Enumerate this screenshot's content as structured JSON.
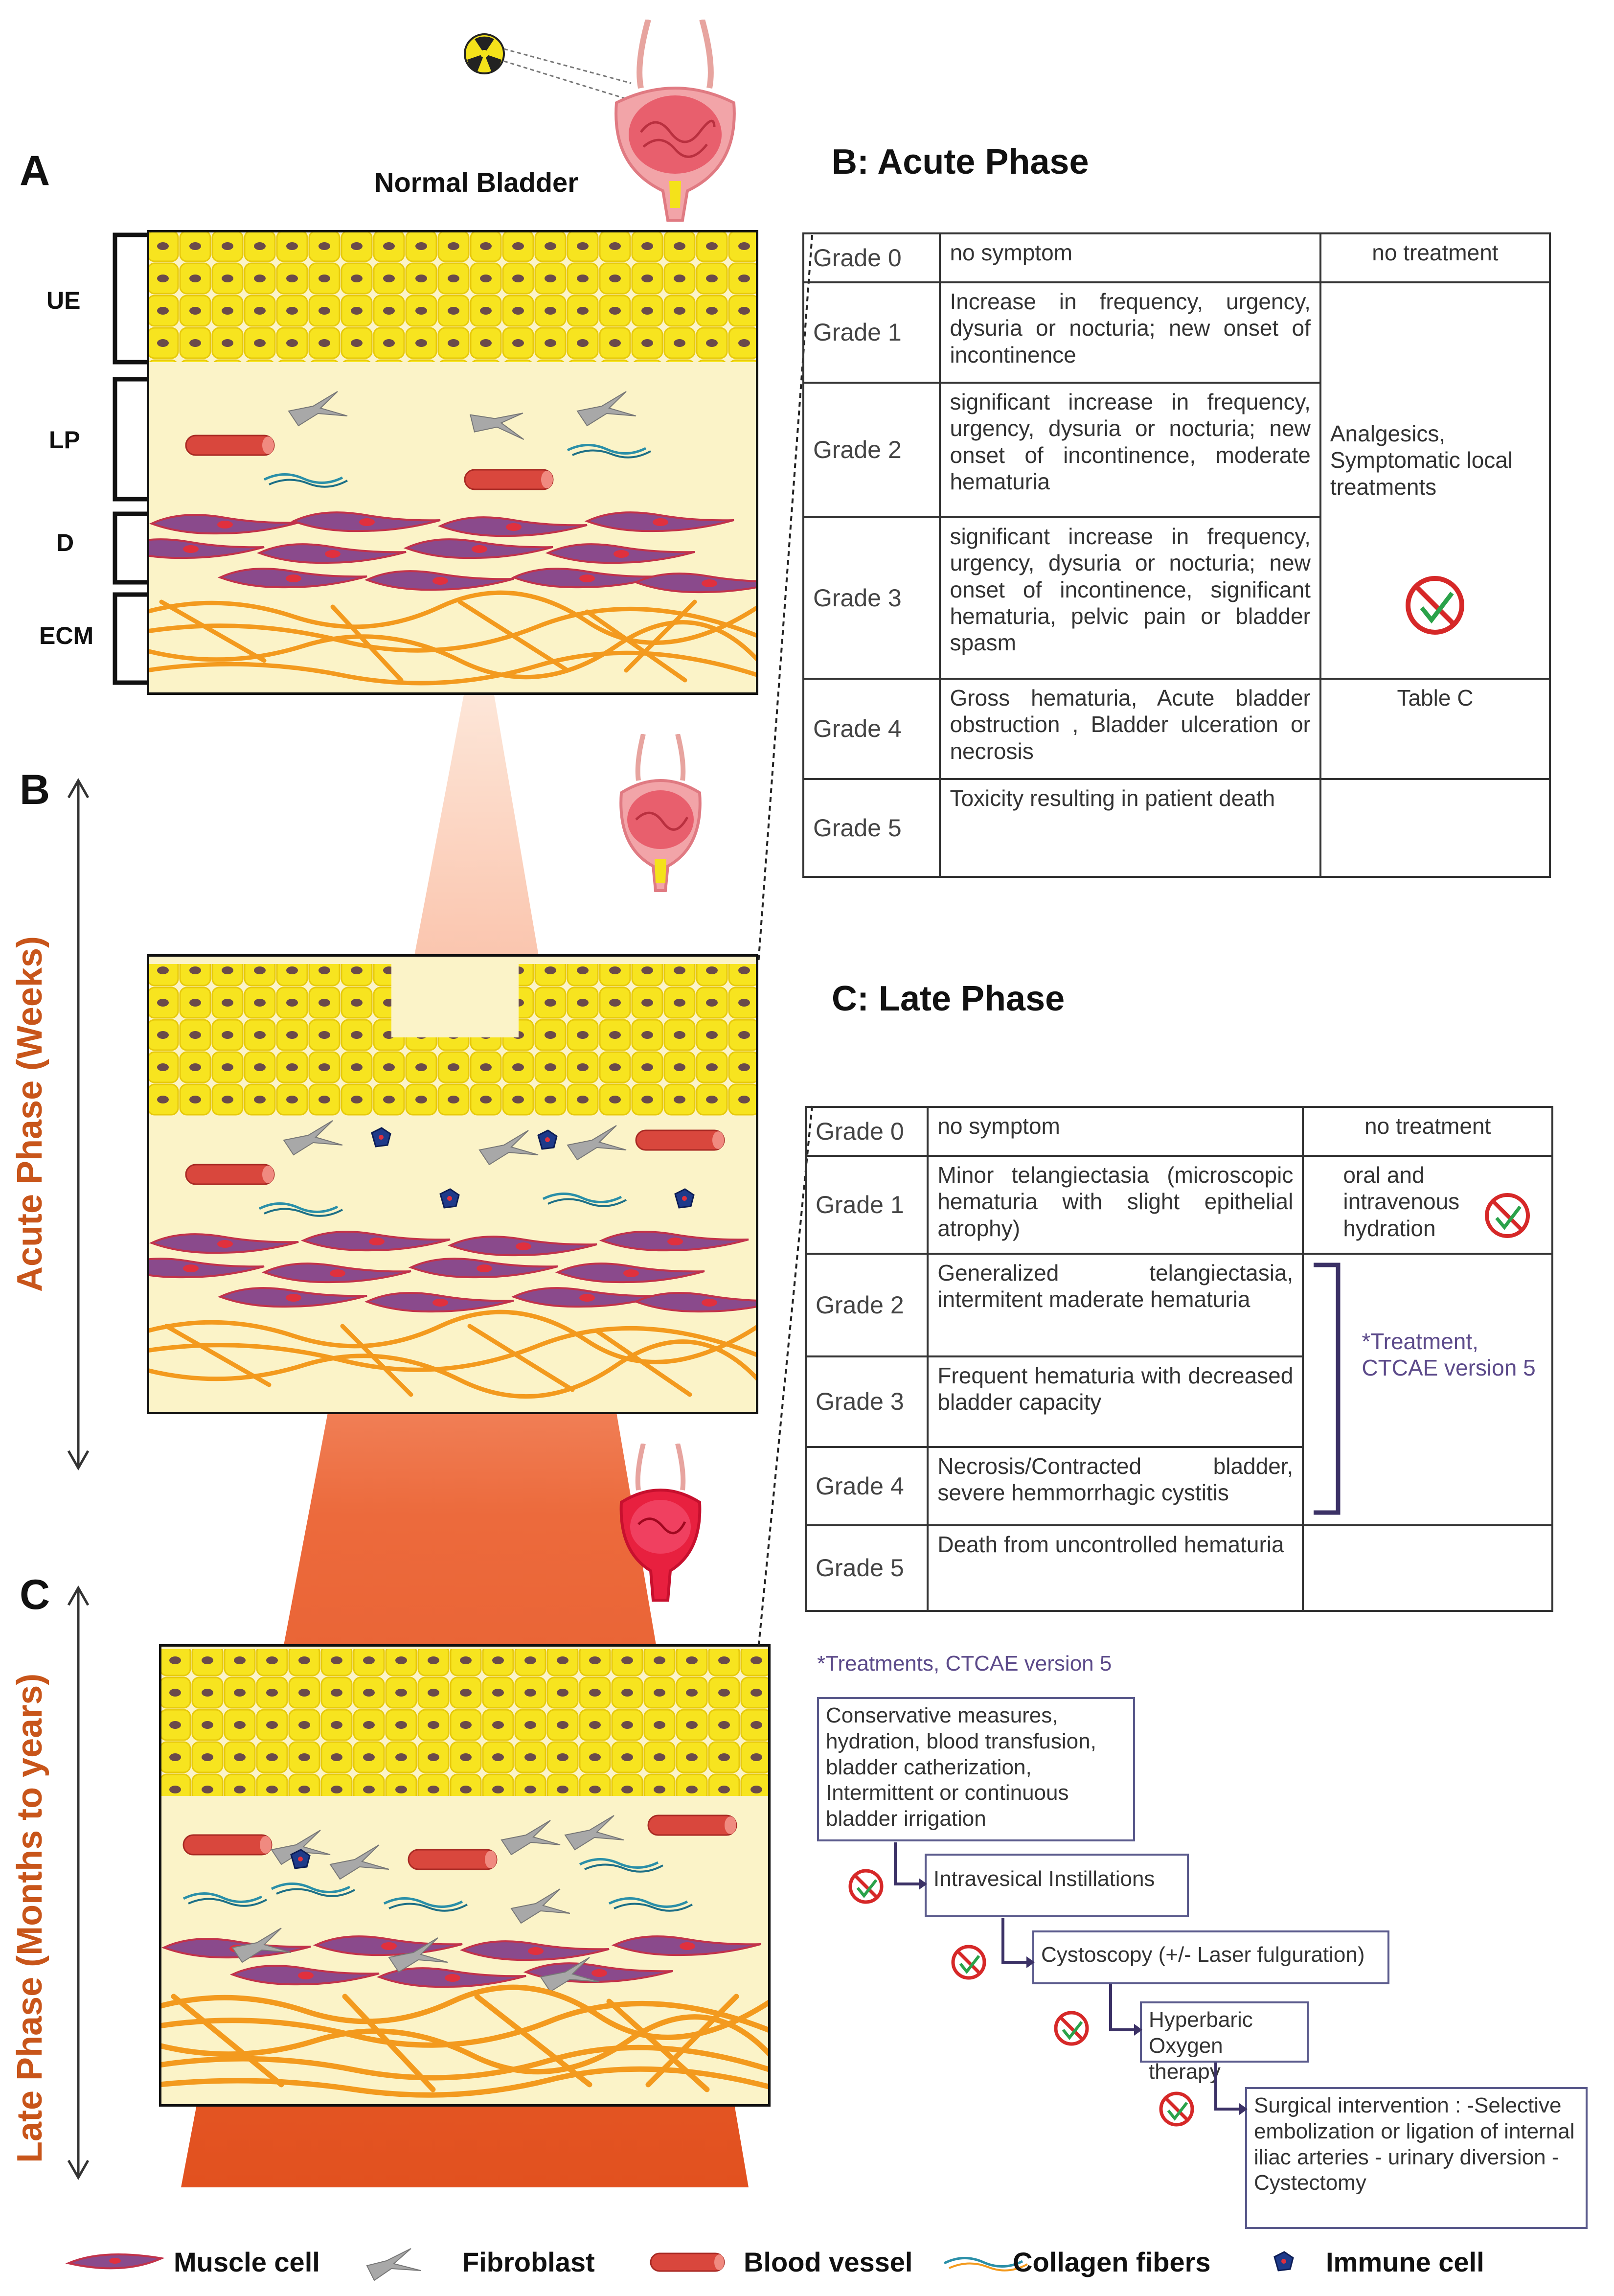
{
  "labels": {
    "panel_a": "A",
    "panel_b": "B",
    "panel_c": "C",
    "normal_bladder": "Normal Bladder",
    "acute_phase_title": "B: Acute Phase",
    "late_phase_title": "C: Late Phase",
    "acute_phase_axis": "Acute Phase (Weeks)",
    "late_phase_axis": "Late Phase (Months to years)",
    "layers": [
      "UE",
      "LP",
      "D",
      "ECM"
    ]
  },
  "acute_table": {
    "rows": [
      {
        "grade": "Grade 0",
        "desc": "no symptom",
        "treat": "no treatment"
      },
      {
        "grade": "Grade 1",
        "desc": "Increase in frequency, urgency, dysuria or nocturia; new onset of incontinence"
      },
      {
        "grade": "Grade 2",
        "desc": "significant increase in frequency, urgency, dysuria or nocturia; new onset of incontinence, moderate hematuria"
      },
      {
        "grade": "Grade 3",
        "desc": "significant increase in frequency, urgency, dysuria or nocturia; new onset of incontinence, significant hematuria, pelvic pain or bladder spasm"
      },
      {
        "grade": "Grade 4",
        "desc": "Gross hematuria, Acute bladder obstruction , Bladder ulceration or necrosis",
        "treat": "Table C"
      },
      {
        "grade": "Grade 5",
        "desc": "Toxicity resulting in patient death",
        "treat": ""
      }
    ],
    "treat_merged": "Analgesics, Symptomatic local treatments"
  },
  "late_table": {
    "rows": [
      {
        "grade": "Grade 0",
        "desc": "no symptom",
        "treat": "no treatment"
      },
      {
        "grade": "Grade 1",
        "desc": "Minor telangiectasia (microscopic hematuria with slight epithelial atrophy)",
        "treat": "oral and intravenous hydration"
      },
      {
        "grade": "Grade 2",
        "desc": "Generalized telangiectasia, intermitent maderate hematuria"
      },
      {
        "grade": "Grade 3",
        "desc": "Frequent hematuria with decreased bladder capacity"
      },
      {
        "grade": "Grade 4",
        "desc": "Necrosis/Contracted bladder, severe hemmorrhagic cystitis"
      },
      {
        "grade": "Grade 5",
        "desc": "Death from uncontrolled hematuria",
        "treat": ""
      }
    ],
    "treat_merged": "*Treatment, CTCAE version 5"
  },
  "flow": {
    "title": "*Treatments, CTCAE version 5",
    "steps": [
      "Conservative measures, hydration, blood transfusion, bladder catherization, Intermittent or continuous bladder irrigation",
      "Intravesical Instillations",
      "Cystoscopy (+/- Laser fulguration)",
      "Hyperbaric Oxygen therapy",
      "Surgical intervention : -Selective embolization or ligation of internal iliac arteries - urinary diversion - Cystectomy"
    ]
  },
  "legend": [
    "Muscle cell",
    "Fibroblast",
    "Blood vessel",
    "Collagen fibers",
    "Immune cell"
  ],
  "colors": {
    "urothelium": "#f5e11a",
    "lamina": "#fbf3c8",
    "muscle": "#8a4a8c",
    "collagen": "#f39a1e",
    "vessel": "#d9473d",
    "radiation_beam": "#e8532a",
    "table_text": "#333333",
    "ctcae_purple": "#5c4a8a"
  }
}
